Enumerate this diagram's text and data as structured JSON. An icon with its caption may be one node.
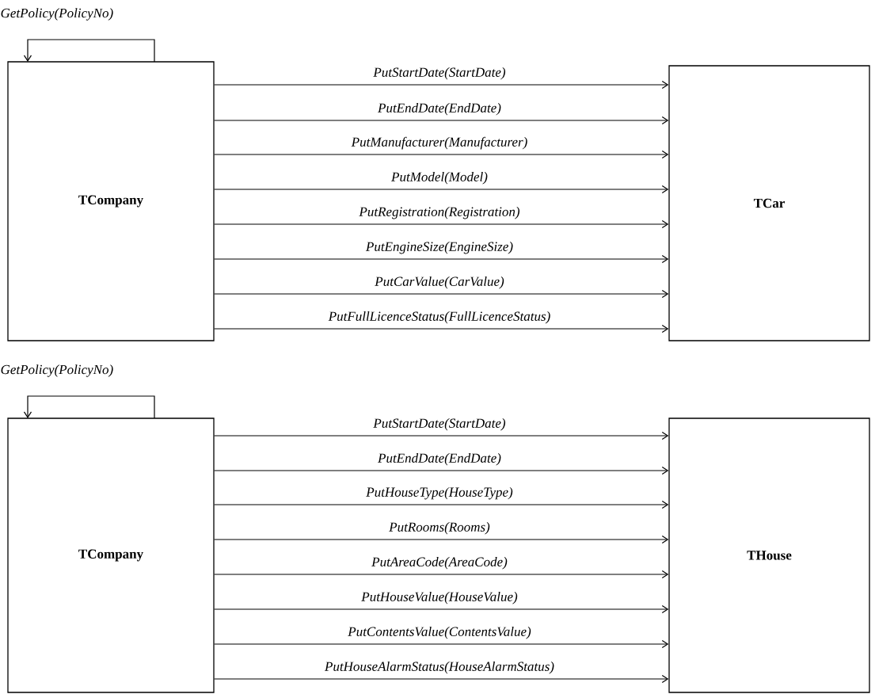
{
  "diagram": {
    "nodes": [
      {
        "text": [
          "TCompany"
        ]
      },
      {
        "text": [
          "TCar"
        ]
      },
      {
        "text": [
          "TCompany"
        ]
      },
      {
        "text": [
          "THouse"
        ]
      }
    ],
    "edges": [
      {
        "from": 0,
        "to": 0,
        "arrow": "to",
        "label": "GetPolicy(PolicyNo)"
      },
      {
        "from": 0,
        "to": 1,
        "arrow": "to",
        "label": "PutStartDate(StartDate)"
      },
      {
        "from": 0,
        "to": 1,
        "arrow": "to",
        "label": "PutEndDate(EndDate)"
      },
      {
        "from": 0,
        "to": 1,
        "arrow": "to",
        "label": "PutManufacturer(Manufacturer)"
      },
      {
        "from": 0,
        "to": 1,
        "arrow": "to",
        "label": "PutModel(Model)"
      },
      {
        "from": 0,
        "to": 1,
        "arrow": "to",
        "label": "PutRegistration(Registration)"
      },
      {
        "from": 0,
        "to": 1,
        "arrow": "to",
        "label": "PutEngineSize(EngineSize)"
      },
      {
        "from": 0,
        "to": 1,
        "arrow": "to",
        "label": "PutCarValue(CarValue)"
      },
      {
        "from": 0,
        "to": 1,
        "arrow": "to",
        "label": "PutFullLicenceStatus(FullLicenceStatus)"
      },
      {
        "from": 2,
        "to": 2,
        "arrow": "to",
        "label": "GetPolicy(PolicyNo)"
      },
      {
        "from": 2,
        "to": 3,
        "arrow": "to",
        "label": "PutStartDate(StartDate)"
      },
      {
        "from": 2,
        "to": 3,
        "arrow": "to",
        "label": "PutEndDate(EndDate)"
      },
      {
        "from": 2,
        "to": 3,
        "arrow": "to",
        "label": "PutHouseType(HouseType)"
      },
      {
        "from": 2,
        "to": 3,
        "arrow": "to",
        "label": "PutRooms(Rooms)"
      },
      {
        "from": 2,
        "to": 3,
        "arrow": "to",
        "label": "PutAreaCode(AreaCode)"
      },
      {
        "from": 2,
        "to": 3,
        "arrow": "to",
        "label": "PutHouseValue(HouseValue)"
      },
      {
        "from": 2,
        "to": 3,
        "arrow": "to",
        "label": "PutContentsValue(ContentsValue)"
      },
      {
        "from": 2,
        "to": 3,
        "arrow": "to",
        "label": "PutHouseAlarmStatus(HouseAlarmStatus)"
      }
    ]
  }
}
